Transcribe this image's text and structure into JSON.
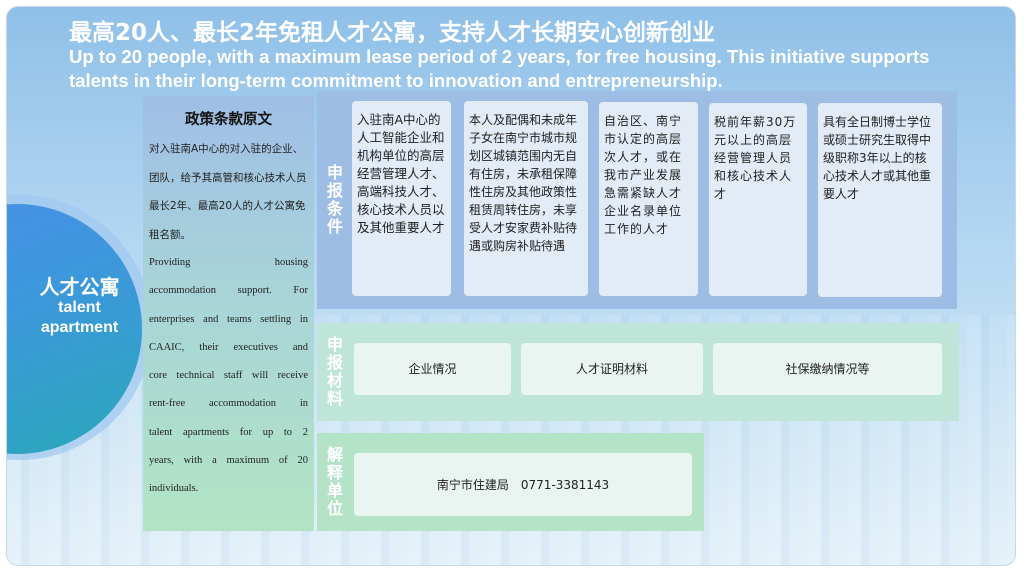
{
  "header": {
    "title_cn": "最高20人、最长2年免租人才公寓，支持人才长期安心创新创业",
    "title_en": "Up to 20 people, with a maximum lease period of 2 years, for free housing. This initiative supports talents in their long-term commitment to innovation and entrepreneurship."
  },
  "badge": {
    "cn": "人才公寓",
    "en1": "talent",
    "en2": "apartment"
  },
  "policy": {
    "heading": "政策条款原文",
    "cn": "对入驻南A中心的对入驻的企业、团队，给予其高管和核心技术人员最长2年、最高20人的人才公寓免租名额。",
    "en_lines": [
      "Providing housing",
      "accommodation support. For",
      "enterprises and teams settling in",
      "CAAIC, their executives and",
      "core technical staff will receive",
      "rent-free accommodation in",
      "talent apartments for up to 2",
      "years, with a maximum of 20",
      "individuals."
    ]
  },
  "conditions": {
    "label": "申报条件",
    "items": [
      "入驻南A中心的人工智能企业和机构单位的高层经营管理人才、高端科技人才、核心技术人员以及其他重要人才",
      "本人及配偶和未成年子女在南宁市城市规划区城镇范围内无自有住房，未承租保障性住房及其他政策性租赁周转住房，未享受人才安家费补贴待遇或购房补贴待遇",
      "自治区、南宁市认定的高层次人才，或在我市产业发展急需紧缺人才企业名录单位工作的人才",
      "税前年薪30万元以上的高层经营管理人员和核心技术人才",
      "具有全日制博士学位或硕士研究生取得中级职称3年以上的核心技术人才或其他重要人才"
    ]
  },
  "materials": {
    "label": "申报材料",
    "items": [
      "企业情况",
      "人才证明材料",
      "社保缴纳情况等"
    ]
  },
  "contact": {
    "label": "解释单位",
    "text": "南宁市住建局　0771-3381143"
  },
  "colors": {
    "row1": "#9dbde5",
    "row2": "#bfe5d9",
    "row3": "#b5e3c8",
    "circle": "#3a8fe0"
  }
}
